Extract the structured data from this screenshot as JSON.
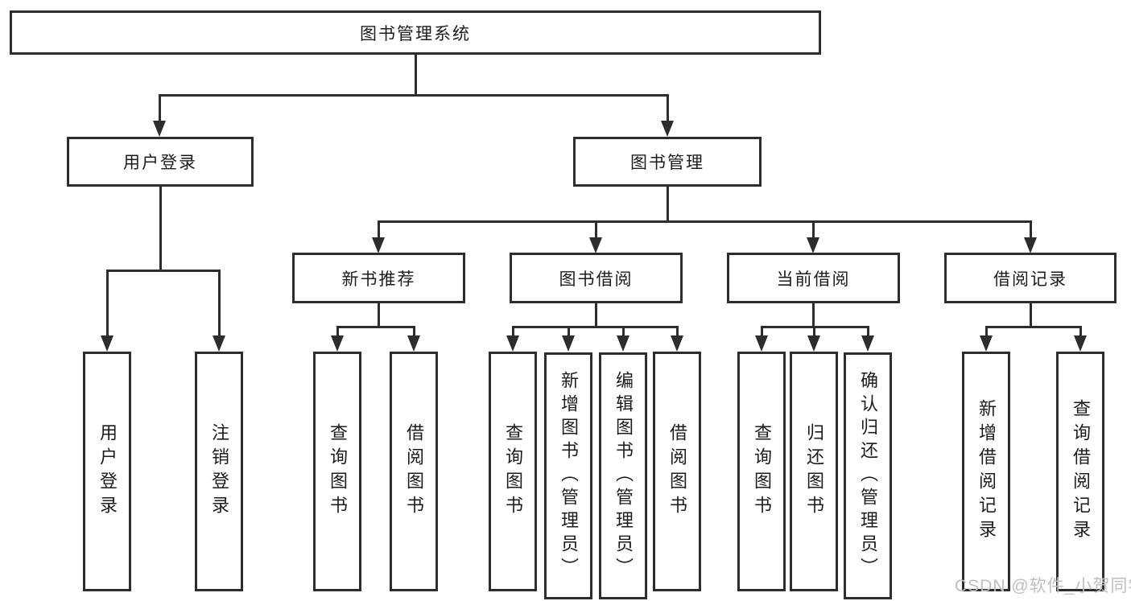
{
  "colors": {
    "line": "#2d2d2d",
    "text": "#1c1c1c",
    "background": "#ffffff",
    "watermark": "#bfbfbf"
  },
  "nodes": {
    "root": "图书管理系统",
    "user_login": "用户登录",
    "book_management": "图书管理",
    "new_book_recommend": "新书推荐",
    "book_borrow": "图书借阅",
    "current_borrow": "当前借阅",
    "borrow_records": "借阅记录",
    "leaf_user_login": "用户登录",
    "leaf_logout": "注销登录",
    "nbr_query_books": "查询图书",
    "nbr_borrow_books": "借阅图书",
    "bb_query_books": "查询图书",
    "bb_add_books_admin": "新增图书（管理员）",
    "bb_edit_books_admin": "编辑图书（管理员）",
    "bb_borrow_books": "借阅图书",
    "cb_query_books": "查询图书",
    "cb_return_books": "归还图书",
    "cb_confirm_return_admin": "确认归还（管理员）",
    "br_add_record": "新增借阅记录",
    "br_query_record": "查询借阅记录"
  },
  "watermark": {
    "text": "CSDN @软件_小贺同学"
  }
}
